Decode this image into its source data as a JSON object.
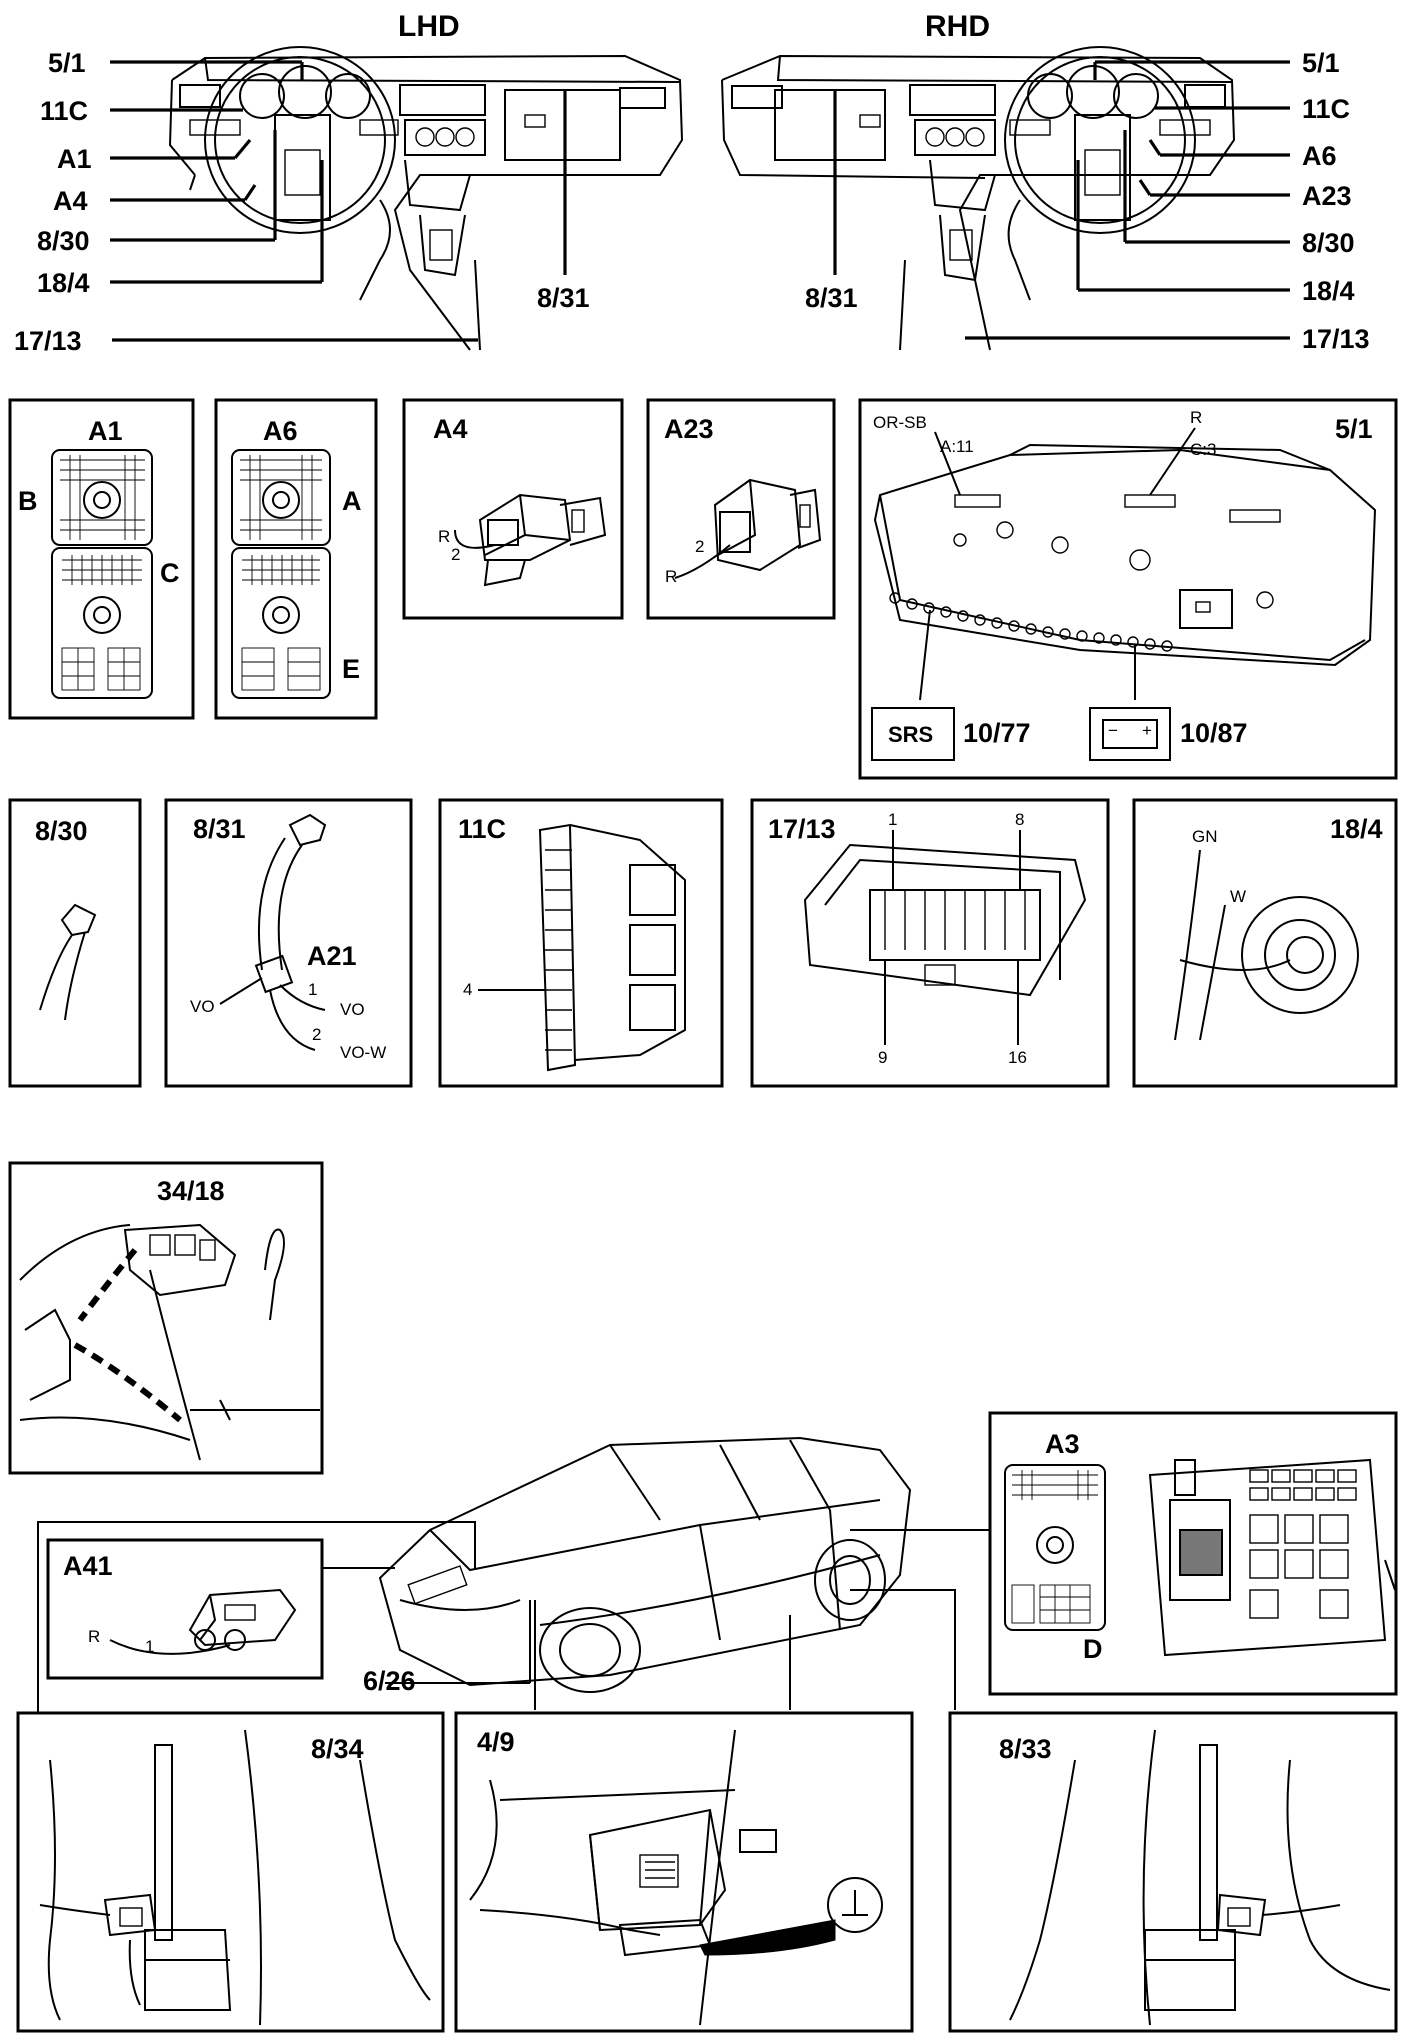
{
  "header": {
    "lhd": "LHD",
    "rhd": "RHD"
  },
  "dashboard_left_labels": [
    "5/1",
    "11C",
    "A1",
    "A4",
    "8/30",
    "18/4",
    "17/13"
  ],
  "dashboard_right_labels": [
    "5/1",
    "11C",
    "A6",
    "A23",
    "8/30",
    "18/4",
    "17/13"
  ],
  "glovebox_label": "8/31",
  "panels": {
    "a1": {
      "title": "A1",
      "side_b": "B",
      "side_c": "C"
    },
    "a6": {
      "title": "A6",
      "side_a": "A",
      "side_e": "E"
    },
    "a4": {
      "title": "A4",
      "wire": "R",
      "pin": "2"
    },
    "a23": {
      "title": "A23",
      "wire": "R",
      "pin": "2"
    },
    "p51": {
      "title": "5/1",
      "or_sb": "OR-SB",
      "a11": "A:11",
      "r": "R",
      "c3": "C:3",
      "srs_box": "SRS",
      "srs_ref": "10/77",
      "bat_ref": "10/87",
      "bat_minus": "−",
      "bat_plus": "+"
    },
    "p830": {
      "title": "8/30"
    },
    "p831": {
      "title": "8/31",
      "connector": "A21",
      "vo_left": "VO",
      "pin1": "1",
      "vo_right": "VO",
      "pin2": "2",
      "vo_w": "VO-W"
    },
    "p11c": {
      "title": "11C",
      "pin": "4"
    },
    "p1713": {
      "title": "17/13",
      "p1": "1",
      "p8": "8",
      "p9": "9",
      "p16": "16"
    },
    "p184": {
      "title": "18/4",
      "gn": "GN",
      "w": "W"
    },
    "p3418": {
      "title": "34/18"
    },
    "a3": {
      "title": "A3",
      "side_d": "D"
    },
    "a41": {
      "title": "A41",
      "wire": "R",
      "pin": "1"
    },
    "p626": {
      "title": "6/26"
    },
    "p834": {
      "title": "8/34"
    },
    "p49": {
      "title": "4/9"
    },
    "p833": {
      "title": "8/33"
    }
  }
}
